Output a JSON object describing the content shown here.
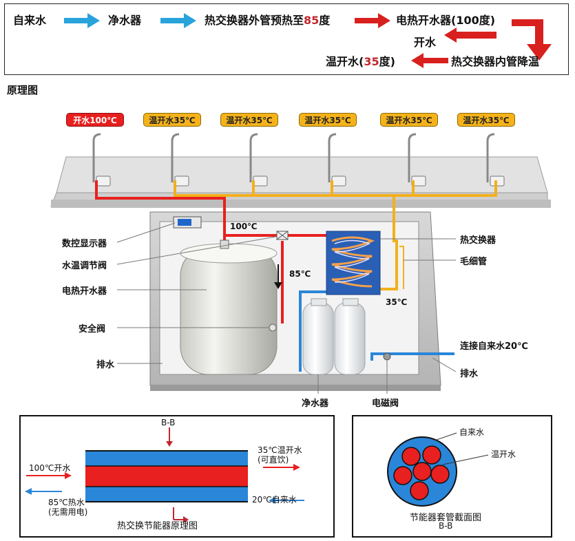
{
  "flow": {
    "step1": "自来水",
    "step2": "净水器",
    "step3_prefix": "热交换器外管预热至",
    "step3_temp": "85",
    "step3_suffix": "度",
    "step4": "电热开水器(100度)",
    "step5": "开水",
    "step6": "热交换器内管降温",
    "step7_prefix": "温开水(",
    "step7_temp": "35",
    "step7_suffix": "度)"
  },
  "section_title": "原理图",
  "taps": [
    {
      "label": "开水100℃",
      "kind": "hot"
    },
    {
      "label": "温开水35℃",
      "kind": "warm"
    },
    {
      "label": "温开水35℃",
      "kind": "warm"
    },
    {
      "label": "温开水35℃",
      "kind": "warm"
    },
    {
      "label": "温开水35℃",
      "kind": "warm"
    },
    {
      "label": "温开水35℃",
      "kind": "warm"
    }
  ],
  "machine": {
    "left_labels": [
      "数控显示器",
      "水温调节阀",
      "电热开水器",
      "安全阀",
      "排水"
    ],
    "right_labels": [
      "热交换器",
      "毛细管",
      "连接自来水20℃",
      "排水"
    ],
    "bottom_labels": [
      "净水器",
      "电磁阀"
    ],
    "temp_100": "100℃",
    "temp_85": "85℃",
    "temp_35": "35℃"
  },
  "heat_exchanger": {
    "section_mark": "B-B",
    "left_top": "100℃开水",
    "left_bottom_1": "85℃热水",
    "left_bottom_2": "(无需用电)",
    "right_top_1": "35℃温开水",
    "right_top_2": "(可直饮)",
    "right_bottom": "20℃自来水",
    "caption": "热交换节能器原理图"
  },
  "cross_section": {
    "outer_label": "自来水",
    "inner_label": "温开水",
    "caption": "节能器套管截面图",
    "section_mark": "B-B"
  },
  "colors": {
    "hot_pipe": "#e8201f",
    "cold_pipe": "#2a86d8",
    "warm_pipe": "#f2b01c",
    "flow_arrow_blue": "#29a3dc",
    "flow_arrow_red": "#d8201e"
  }
}
